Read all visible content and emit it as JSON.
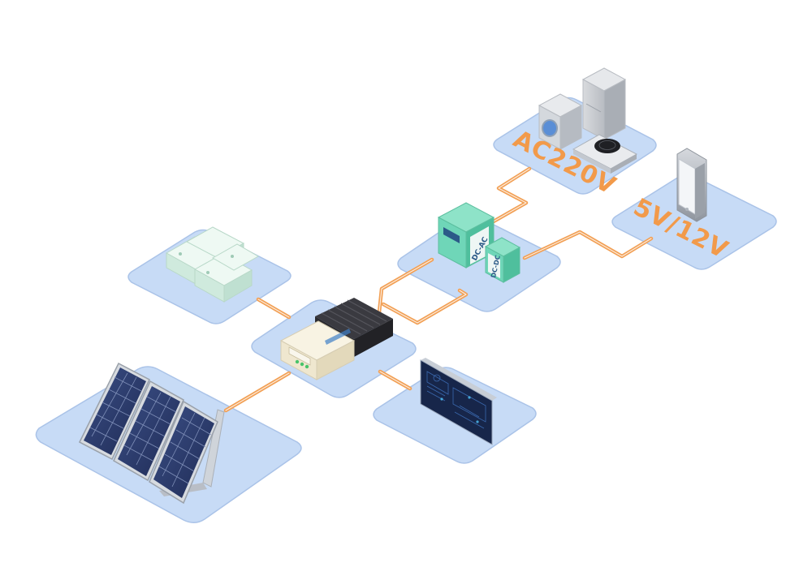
{
  "labels": {
    "ac_output": "AC220V",
    "dc_output": "5V/12V",
    "dc_ac_module": "DC-AC",
    "dc_dc_module": "DC-DC"
  },
  "colors": {
    "platform": "#c7dbf6",
    "platform_edge": "#aac3e8",
    "wire": "#f2a055",
    "wire_core": "#e08a3c",
    "label": "#f29a4a",
    "module": "#6fd6b8",
    "battery": "#dff3ea",
    "controller_body": "#f3ecd6",
    "heatsink": "#2f2f33",
    "panel_cell": "#2a3a6a",
    "monitor_screen": "#17264a"
  },
  "icons": {
    "solar_panel": "solar-panel-icon",
    "controller": "charge-controller-icon",
    "batteries": "battery-bank-icon",
    "modules": "converter-module-icon",
    "appliances": "home-appliances-icon",
    "phone": "smartphone-icon",
    "monitor": "monitoring-screen-icon"
  }
}
